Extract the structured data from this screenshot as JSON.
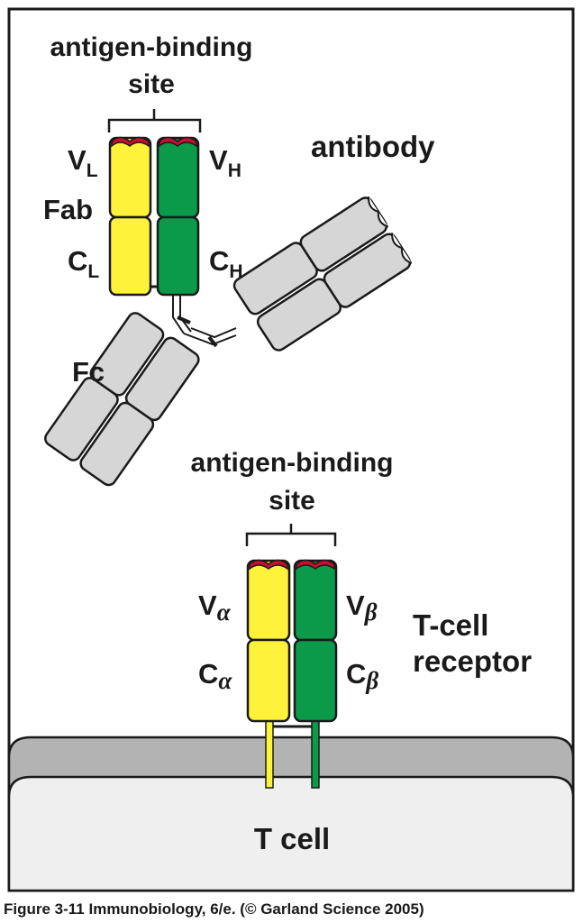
{
  "figure": {
    "caption": "Figure 3-11  Immunobiology, 6/e. (© Garland Science 2005)"
  },
  "antibody": {
    "title": "antibody",
    "site_label_line1": "antigen-binding",
    "site_label_line2": "site",
    "fab_label": "Fab",
    "fc_label": "Fc",
    "v_light": {
      "letter": "V",
      "sub": "L"
    },
    "v_heavy": {
      "letter": "V",
      "sub": "H"
    },
    "c_light": {
      "letter": "C",
      "sub": "L"
    },
    "c_heavy": {
      "letter": "C",
      "sub": "H"
    }
  },
  "tcr": {
    "title_line1": "T-cell",
    "title_line2": "receptor",
    "site_label_line1": "antigen-binding",
    "site_label_line2": "site",
    "v_alpha": {
      "letter": "V",
      "greek": "α"
    },
    "v_beta": {
      "letter": "V",
      "greek": "β"
    },
    "c_alpha": {
      "letter": "C",
      "greek": "α"
    },
    "c_beta": {
      "letter": "C",
      "greek": "β"
    }
  },
  "cell": {
    "label": "T cell"
  },
  "colors": {
    "light_chain": "#fff23a",
    "heavy_chain": "#0a9a4a",
    "fc_domain": "#d6d6d6",
    "binding_tip": "#c8102e",
    "membrane": "#b3b3b3",
    "cytoplasm": "#efefef",
    "outline": "#1a1a1a"
  }
}
